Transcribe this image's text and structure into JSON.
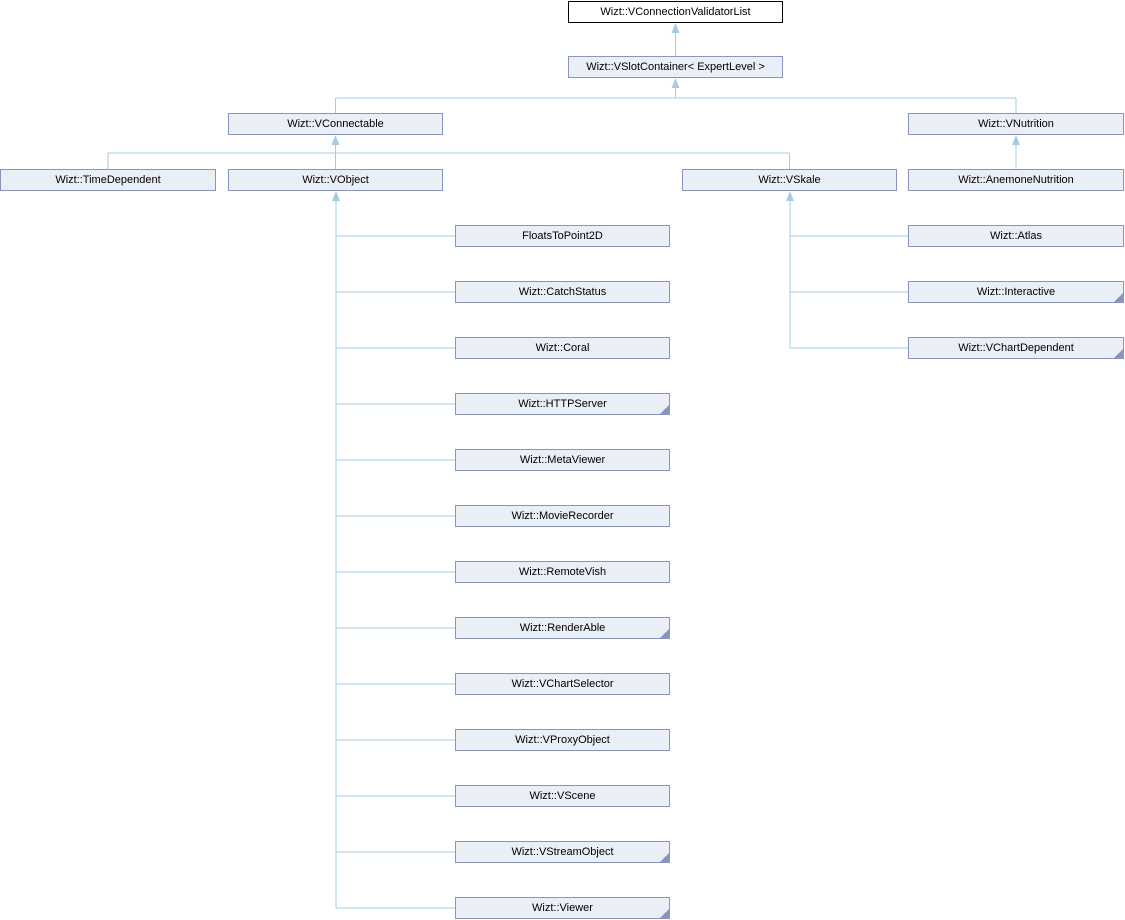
{
  "diagram": {
    "kind": "class-inheritance-graph",
    "colors": {
      "background": "#FFFFFF",
      "node_border": "#8995BE",
      "node_fill": "#EAEEF7",
      "current_node_border": "#000000",
      "current_node_fill": "#FFFFFF",
      "edge": "#A4CCE5",
      "text": "#000000"
    },
    "nodes": [
      {
        "id": "VConnectionValidatorList",
        "label": "Wizt::VConnectionValidatorList",
        "current": true,
        "truncated": false
      },
      {
        "id": "VSlotContainer",
        "label": "Wizt::VSlotContainer< ExpertLevel >",
        "current": false,
        "truncated": false
      },
      {
        "id": "VConnectable",
        "label": "Wizt::VConnectable",
        "current": false,
        "truncated": false
      },
      {
        "id": "VNutrition",
        "label": "Wizt::VNutrition",
        "current": false,
        "truncated": false
      },
      {
        "id": "TimeDependent",
        "label": "Wizt::TimeDependent",
        "current": false,
        "truncated": false
      },
      {
        "id": "VObject",
        "label": "Wizt::VObject",
        "current": false,
        "truncated": false
      },
      {
        "id": "VSkale",
        "label": "Wizt::VSkale",
        "current": false,
        "truncated": false
      },
      {
        "id": "AnemoneNutrition",
        "label": "Wizt::AnemoneNutrition",
        "current": false,
        "truncated": false
      },
      {
        "id": "FloatsToPoint2D",
        "label": "FloatsToPoint2D",
        "current": false,
        "truncated": false
      },
      {
        "id": "CatchStatus",
        "label": "Wizt::CatchStatus",
        "current": false,
        "truncated": false
      },
      {
        "id": "Coral",
        "label": "Wizt::Coral",
        "current": false,
        "truncated": false
      },
      {
        "id": "HTTPServer",
        "label": "Wizt::HTTPServer",
        "current": false,
        "truncated": true
      },
      {
        "id": "MetaViewer",
        "label": "Wizt::MetaViewer",
        "current": false,
        "truncated": false
      },
      {
        "id": "MovieRecorder",
        "label": "Wizt::MovieRecorder",
        "current": false,
        "truncated": false
      },
      {
        "id": "RemoteVish",
        "label": "Wizt::RemoteVish",
        "current": false,
        "truncated": false
      },
      {
        "id": "RenderAble",
        "label": "Wizt::RenderAble",
        "current": false,
        "truncated": true
      },
      {
        "id": "VChartSelector",
        "label": "Wizt::VChartSelector",
        "current": false,
        "truncated": false
      },
      {
        "id": "VProxyObject",
        "label": "Wizt::VProxyObject",
        "current": false,
        "truncated": false
      },
      {
        "id": "VScene",
        "label": "Wizt::VScene",
        "current": false,
        "truncated": false
      },
      {
        "id": "VStreamObject",
        "label": "Wizt::VStreamObject",
        "current": false,
        "truncated": true
      },
      {
        "id": "Viewer",
        "label": "Wizt::Viewer",
        "current": false,
        "truncated": true
      },
      {
        "id": "Atlas",
        "label": "Wizt::Atlas",
        "current": false,
        "truncated": false
      },
      {
        "id": "Interactive",
        "label": "Wizt::Interactive",
        "current": false,
        "truncated": true
      },
      {
        "id": "VChartDependent",
        "label": "Wizt::VChartDependent",
        "current": false,
        "truncated": true
      }
    ],
    "edges": [
      {
        "derived": "VSlotContainer",
        "base": "VConnectionValidatorList"
      },
      {
        "derived": "VConnectable",
        "base": "VSlotContainer"
      },
      {
        "derived": "VNutrition",
        "base": "VSlotContainer"
      },
      {
        "derived": "TimeDependent",
        "base": "VConnectable"
      },
      {
        "derived": "VObject",
        "base": "VConnectable"
      },
      {
        "derived": "VSkale",
        "base": "VConnectable"
      },
      {
        "derived": "AnemoneNutrition",
        "base": "VNutrition"
      },
      {
        "derived": "FloatsToPoint2D",
        "base": "VObject"
      },
      {
        "derived": "CatchStatus",
        "base": "VObject"
      },
      {
        "derived": "Coral",
        "base": "VObject"
      },
      {
        "derived": "HTTPServer",
        "base": "VObject"
      },
      {
        "derived": "MetaViewer",
        "base": "VObject"
      },
      {
        "derived": "MovieRecorder",
        "base": "VObject"
      },
      {
        "derived": "RemoteVish",
        "base": "VObject"
      },
      {
        "derived": "RenderAble",
        "base": "VObject"
      },
      {
        "derived": "VChartSelector",
        "base": "VObject"
      },
      {
        "derived": "VProxyObject",
        "base": "VObject"
      },
      {
        "derived": "VScene",
        "base": "VObject"
      },
      {
        "derived": "VStreamObject",
        "base": "VObject"
      },
      {
        "derived": "Viewer",
        "base": "VObject"
      },
      {
        "derived": "Atlas",
        "base": "VSkale"
      },
      {
        "derived": "Interactive",
        "base": "VSkale"
      },
      {
        "derived": "VChartDependent",
        "base": "VSkale"
      }
    ]
  }
}
